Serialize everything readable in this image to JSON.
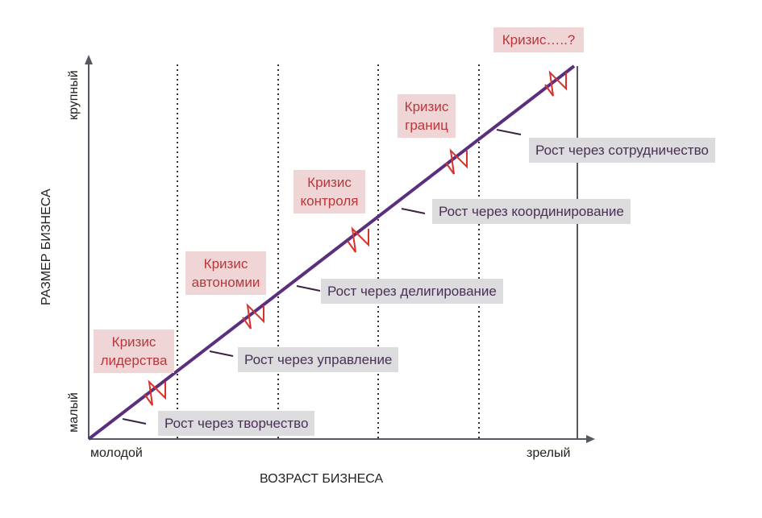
{
  "axes": {
    "y_title": "РАЗМЕР БИЗНЕСА",
    "y_high": "крупный",
    "y_low": "малый",
    "x_title": "ВОЗРАСТ БИЗНЕСА",
    "x_low": "молодой",
    "x_high": "зрелый"
  },
  "growth_phases": [
    "Рост через творчество",
    "Рост через управление",
    "Рост через делигирование",
    "Рост через координирование",
    "Рост через сотрудничество"
  ],
  "crises": [
    {
      "line1": "Кризис",
      "line2": "лидерства"
    },
    {
      "line1": "Кризис",
      "line2": "автономии"
    },
    {
      "line1": "Кризис",
      "line2": "контроля"
    },
    {
      "line1": "Кризис",
      "line2": "границ"
    },
    {
      "line1": "Кризис…..?",
      "line2": ""
    }
  ],
  "colors": {
    "trend": "#5b2e7e",
    "crisis": "#d9322b",
    "axis": "#555a60"
  }
}
